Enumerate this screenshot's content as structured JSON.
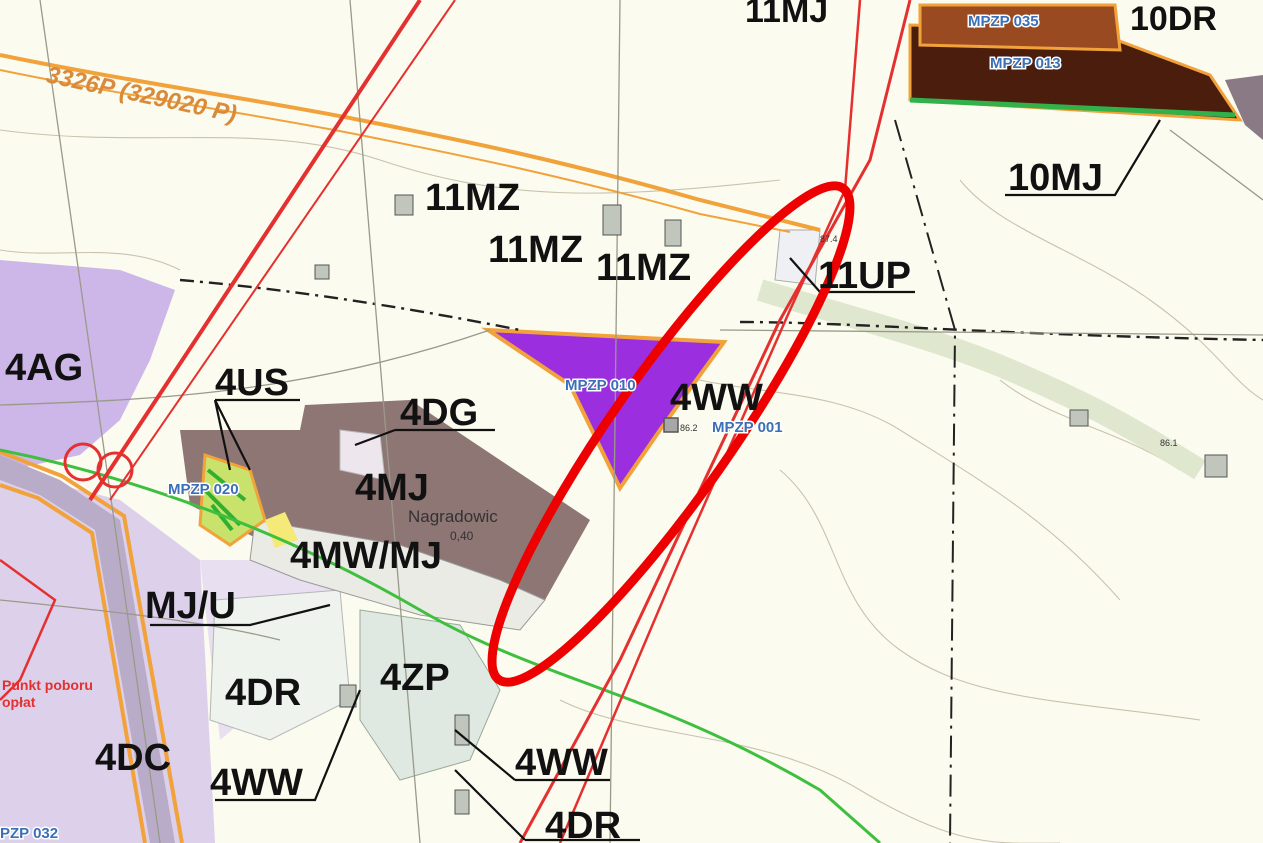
{
  "map": {
    "road_label": "3326P (329020 P)",
    "header_fragments": {
      "top_center": "11MJ",
      "top_right": "10DR"
    },
    "zone_labels": {
      "z_11mz_a": "11MZ",
      "z_11mz_b": "11MZ",
      "z_11mz_c": "11MZ",
      "z_11up": "11UP",
      "z_10mj": "10MJ",
      "z_4ag": "4AG",
      "z_4us": "4US",
      "z_4dg_top": "4DG",
      "z_4ww_mid": "4WW",
      "z_4mj": "4MJ",
      "z_4mwmj": "4MW/MJ",
      "z_mju": "MJ/U",
      "z_4dr_left": "4DR",
      "z_4zp": "4ZP",
      "z_4dc": "4DC",
      "z_4ww_low": "4WW",
      "z_4ww_bottom": "4WW",
      "z_4dr_bottom": "4DR"
    },
    "mpzp_labels": {
      "m035": "MPZP 035",
      "m013": "MPZP 013",
      "m010": "MPZP 010",
      "m001": "MPZP 001",
      "m020": "MPZP 020",
      "m032": "PZP 032"
    },
    "small_texts": {
      "village": "Nagradowic",
      "value": "0,40",
      "spot_1": "86.2",
      "spot_2": "87.4",
      "spot_3": "86.1"
    },
    "red_text": {
      "line1": "Punkt poboru",
      "line2": "opłat"
    },
    "colors": {
      "background": "#fbfbef",
      "purple_zone": "#9b2fe0",
      "lilac_zone": "#cdb6e8",
      "brown_zone": "#8d7673",
      "dark_brown_zone": "#4a1d0c",
      "orange_border": "#f2a23a",
      "red_road": "#e53030",
      "green_line": "#3fbf3f",
      "highlight_ellipse": "#ee0000"
    }
  }
}
